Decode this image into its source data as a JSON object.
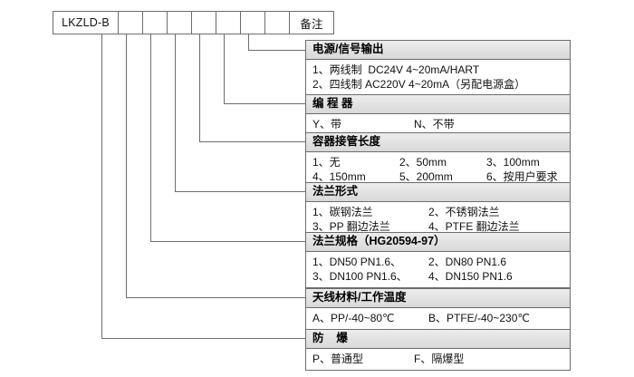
{
  "code_row": {
    "model": "LKZLD-B",
    "slots": [
      "",
      "",
      "",
      "",
      "",
      "",
      ""
    ],
    "note_label": "备注"
  },
  "specs": [
    {
      "key": "power_signal_output",
      "title": "电源/信号输出",
      "rows": [
        [
          "1、两线制  DC24V 4~20mA/HART"
        ],
        [
          "2、四线制 AC220V 4~20mA（另配电源盒）"
        ]
      ]
    },
    {
      "key": "programmer",
      "title": "编 程 器",
      "rows": [
        [
          "Y、带",
          "N、不带"
        ]
      ]
    },
    {
      "key": "vessel_nozzle_length",
      "title": "容器接管长度",
      "rows": [
        [
          "1、无",
          "2、50mm",
          "3、100mm"
        ],
        [
          "4、150mm",
          "5、200mm",
          "6、按用户要求"
        ]
      ]
    },
    {
      "key": "flange_type",
      "title": "法兰形式",
      "rows": [
        [
          "1、碳钢法兰",
          "2、不锈钢法兰"
        ],
        [
          "3、PP 翻边法兰",
          "4、PTFE 翻边法兰"
        ]
      ]
    },
    {
      "key": "flange_spec",
      "title": "法兰规格（HG20594-97）",
      "rows": [
        [
          "1、DN50 PN1.6、",
          "2、DN80 PN1.6"
        ],
        [
          "3、DN100 PN1.6、",
          "4、DN150 PN1.6"
        ]
      ]
    },
    {
      "key": "antenna_material_temp",
      "title": "天线材料/工作温度",
      "rows": [
        [
          "A、PP/-40~80℃",
          "B、PTFE/-40~230℃"
        ]
      ]
    },
    {
      "key": "explosion_proof",
      "title": "防    爆",
      "rows": [
        [
          "P、普通型",
          "F、隔爆型"
        ]
      ]
    }
  ],
  "colors": {
    "line": "#6d6d6d",
    "header_fill": "#e4e4e4",
    "text": "#111111",
    "background": "#ffffff"
  }
}
